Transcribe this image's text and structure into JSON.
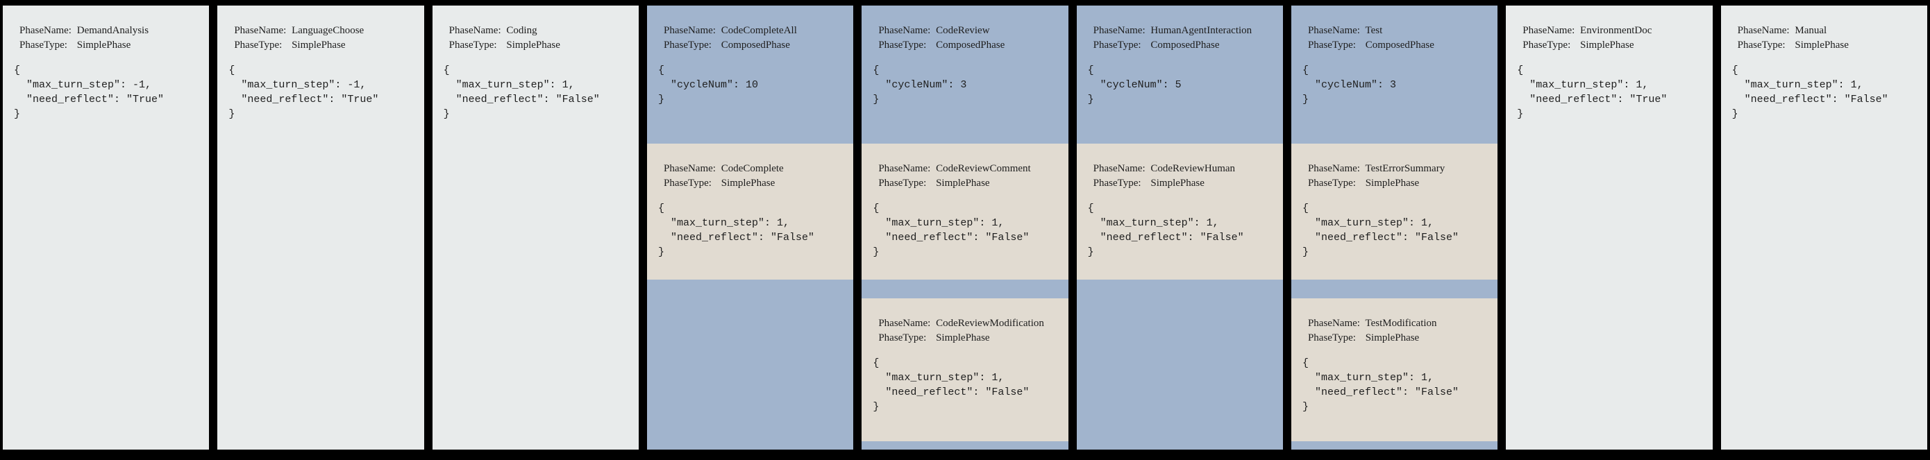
{
  "palette": {
    "background": "#000000",
    "simple_card": "#e8ebeb",
    "composed_card": "#a1b4cd",
    "subphase_card": "#e1dbd1",
    "text": "#1e1e1e"
  },
  "labels": {
    "phase_name": "PhaseName:",
    "phase_type": "PhaseType:"
  },
  "columns": [
    {
      "id": "demand-analysis",
      "variant": "simple",
      "header": {
        "name": "DemandAnalysis",
        "type": "SimplePhase",
        "config": "{\n  \"max_turn_step\": -1,\n  \"need_reflect\": \"True\"\n}"
      }
    },
    {
      "id": "language-choose",
      "variant": "simple",
      "header": {
        "name": "LanguageChoose",
        "type": "SimplePhase",
        "config": "{\n  \"max_turn_step\": -1,\n  \"need_reflect\": \"True\"\n}"
      }
    },
    {
      "id": "coding",
      "variant": "simple",
      "header": {
        "name": "Coding",
        "type": "SimplePhase",
        "config": "{\n  \"max_turn_step\": 1,\n  \"need_reflect\": \"False\"\n}"
      }
    },
    {
      "id": "code-complete-all",
      "variant": "composed",
      "header": {
        "name": "CodeCompleteAll",
        "type": "ComposedPhase",
        "config": "{\n  \"cycleNum\": 10\n}"
      },
      "subphases": [
        {
          "name": "CodeComplete",
          "type": "SimplePhase",
          "config": "{\n  \"max_turn_step\": 1,\n  \"need_reflect\": \"False\"\n}"
        }
      ]
    },
    {
      "id": "code-review",
      "variant": "composed",
      "header": {
        "name": "CodeReview",
        "type": "ComposedPhase",
        "config": "{\n  \"cycleNum\": 3\n}"
      },
      "subphases": [
        {
          "name": "CodeReviewComment",
          "type": "SimplePhase",
          "config": "{\n  \"max_turn_step\": 1,\n  \"need_reflect\": \"False\"\n}"
        },
        {
          "name": "CodeReviewModification",
          "type": "SimplePhase",
          "config": "{\n  \"max_turn_step\": 1,\n  \"need_reflect\": \"False\"\n}"
        }
      ]
    },
    {
      "id": "human-agent-interaction",
      "variant": "composed",
      "header": {
        "name": "HumanAgentInteraction",
        "type": "ComposedPhase",
        "config": "{\n  \"cycleNum\": 5\n}"
      },
      "subphases": [
        {
          "name": "CodeReviewHuman",
          "type": "SimplePhase",
          "config": "{\n  \"max_turn_step\": 1,\n  \"need_reflect\": \"False\"\n}"
        }
      ]
    },
    {
      "id": "test",
      "variant": "composed",
      "header": {
        "name": "Test",
        "type": "ComposedPhase",
        "config": "{\n  \"cycleNum\": 3\n}"
      },
      "subphases": [
        {
          "name": "TestErrorSummary",
          "type": "SimplePhase",
          "config": "{\n  \"max_turn_step\": 1,\n  \"need_reflect\": \"False\"\n}"
        },
        {
          "name": "TestModification",
          "type": "SimplePhase",
          "config": "{\n  \"max_turn_step\": 1,\n  \"need_reflect\": \"False\"\n}"
        }
      ]
    },
    {
      "id": "environment-doc",
      "variant": "simple",
      "header": {
        "name": "EnvironmentDoc",
        "type": "SimplePhase",
        "config": "{\n  \"max_turn_step\": 1,\n  \"need_reflect\": \"True\"\n}"
      }
    },
    {
      "id": "manual",
      "variant": "simple",
      "header": {
        "name": "Manual",
        "type": "SimplePhase",
        "config": "{\n  \"max_turn_step\": 1,\n  \"need_reflect\": \"False\"\n}"
      }
    }
  ]
}
